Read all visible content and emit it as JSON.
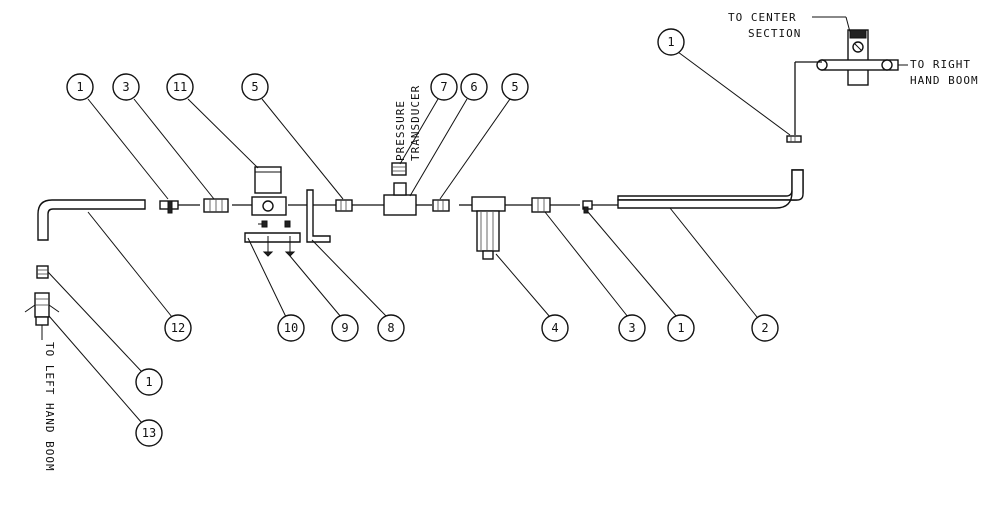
{
  "diagram": {
    "notes": {
      "center": [
        "TO CENTER",
        "SECTION"
      ],
      "right_boom": [
        "TO RIGHT",
        "HAND BOOM"
      ],
      "left_boom": "TO LEFT HAND BOOM",
      "transducer": [
        "PRESSURE",
        "TRANSDUCER"
      ]
    },
    "callouts": [
      {
        "id": "b-1-top",
        "label": "1"
      },
      {
        "id": "b-1-a",
        "label": "1"
      },
      {
        "id": "b-3-a",
        "label": "3"
      },
      {
        "id": "b-11",
        "label": "11"
      },
      {
        "id": "b-5-a",
        "label": "5"
      },
      {
        "id": "b-7",
        "label": "7"
      },
      {
        "id": "b-6",
        "label": "6"
      },
      {
        "id": "b-5-b",
        "label": "5"
      },
      {
        "id": "b-12",
        "label": "12"
      },
      {
        "id": "b-10",
        "label": "10"
      },
      {
        "id": "b-9",
        "label": "9"
      },
      {
        "id": "b-8",
        "label": "8"
      },
      {
        "id": "b-4",
        "label": "4"
      },
      {
        "id": "b-3-b",
        "label": "3"
      },
      {
        "id": "b-1-b",
        "label": "1"
      },
      {
        "id": "b-2",
        "label": "2"
      },
      {
        "id": "b-1-c",
        "label": "1"
      },
      {
        "id": "b-13",
        "label": "13"
      }
    ]
  }
}
